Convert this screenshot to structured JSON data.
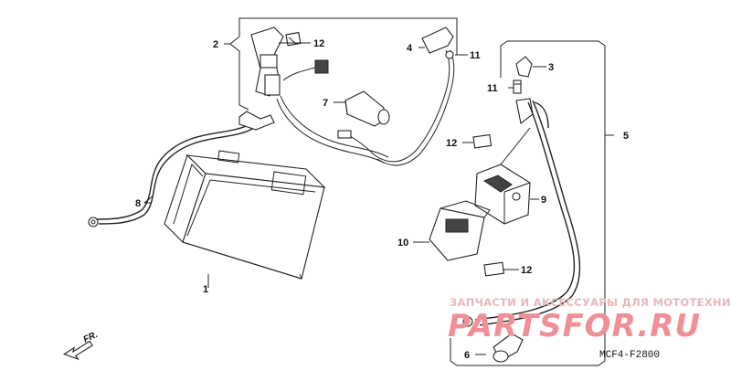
{
  "callouts": {
    "p1": "1",
    "p2": "2",
    "p3": "3",
    "p4": "4",
    "p5": "5",
    "p6": "6",
    "p7": "7",
    "p8": "8",
    "p9": "9",
    "p10": "10",
    "p11a": "11",
    "p11b": "11",
    "p12a": "12",
    "p12b": "12",
    "p12c": "12"
  },
  "diagram_code": "MCF4-F2800",
  "front_marker": "FR.",
  "watermark": {
    "tagline": "ЗАПЧАСТИ И АКСЕССУАРЫ ДЛЯ МОТОТЕХНИКИ",
    "logo_text": "PARTSFOR.RU"
  },
  "colors": {
    "line": "#222222",
    "watermark_text": "#e7b8b8",
    "watermark_logo": "#f08f96"
  }
}
